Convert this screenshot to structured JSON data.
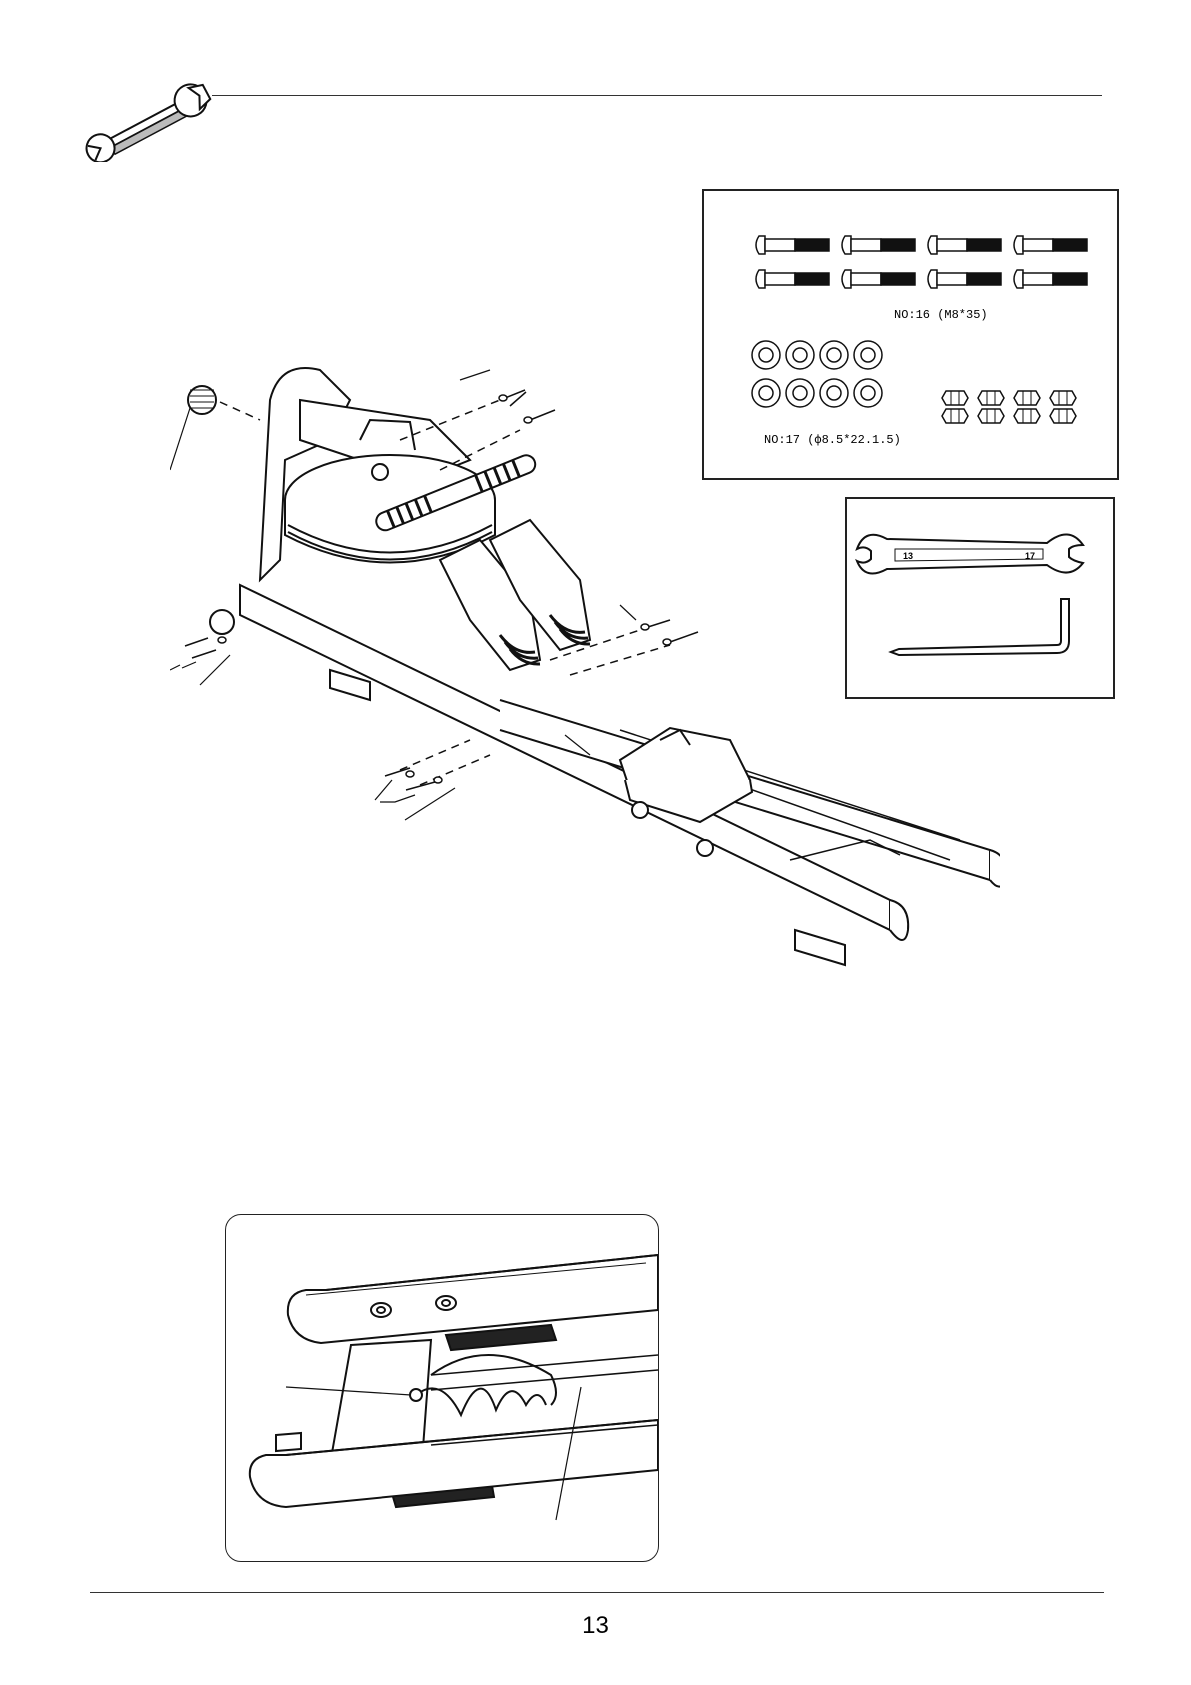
{
  "header": {
    "icon": "wrench-icon"
  },
  "hardware_panel": {
    "bolt_label": "NO:16 (M8*35)",
    "washer_label": "NO:17 (ф8.5*22.1.5)",
    "bolt_count": 8,
    "washer_count": 8,
    "nut_count": 8
  },
  "tool_panel": {
    "wrench_left": "13",
    "wrench_right": "17"
  },
  "footer": {
    "page_number": "13"
  }
}
